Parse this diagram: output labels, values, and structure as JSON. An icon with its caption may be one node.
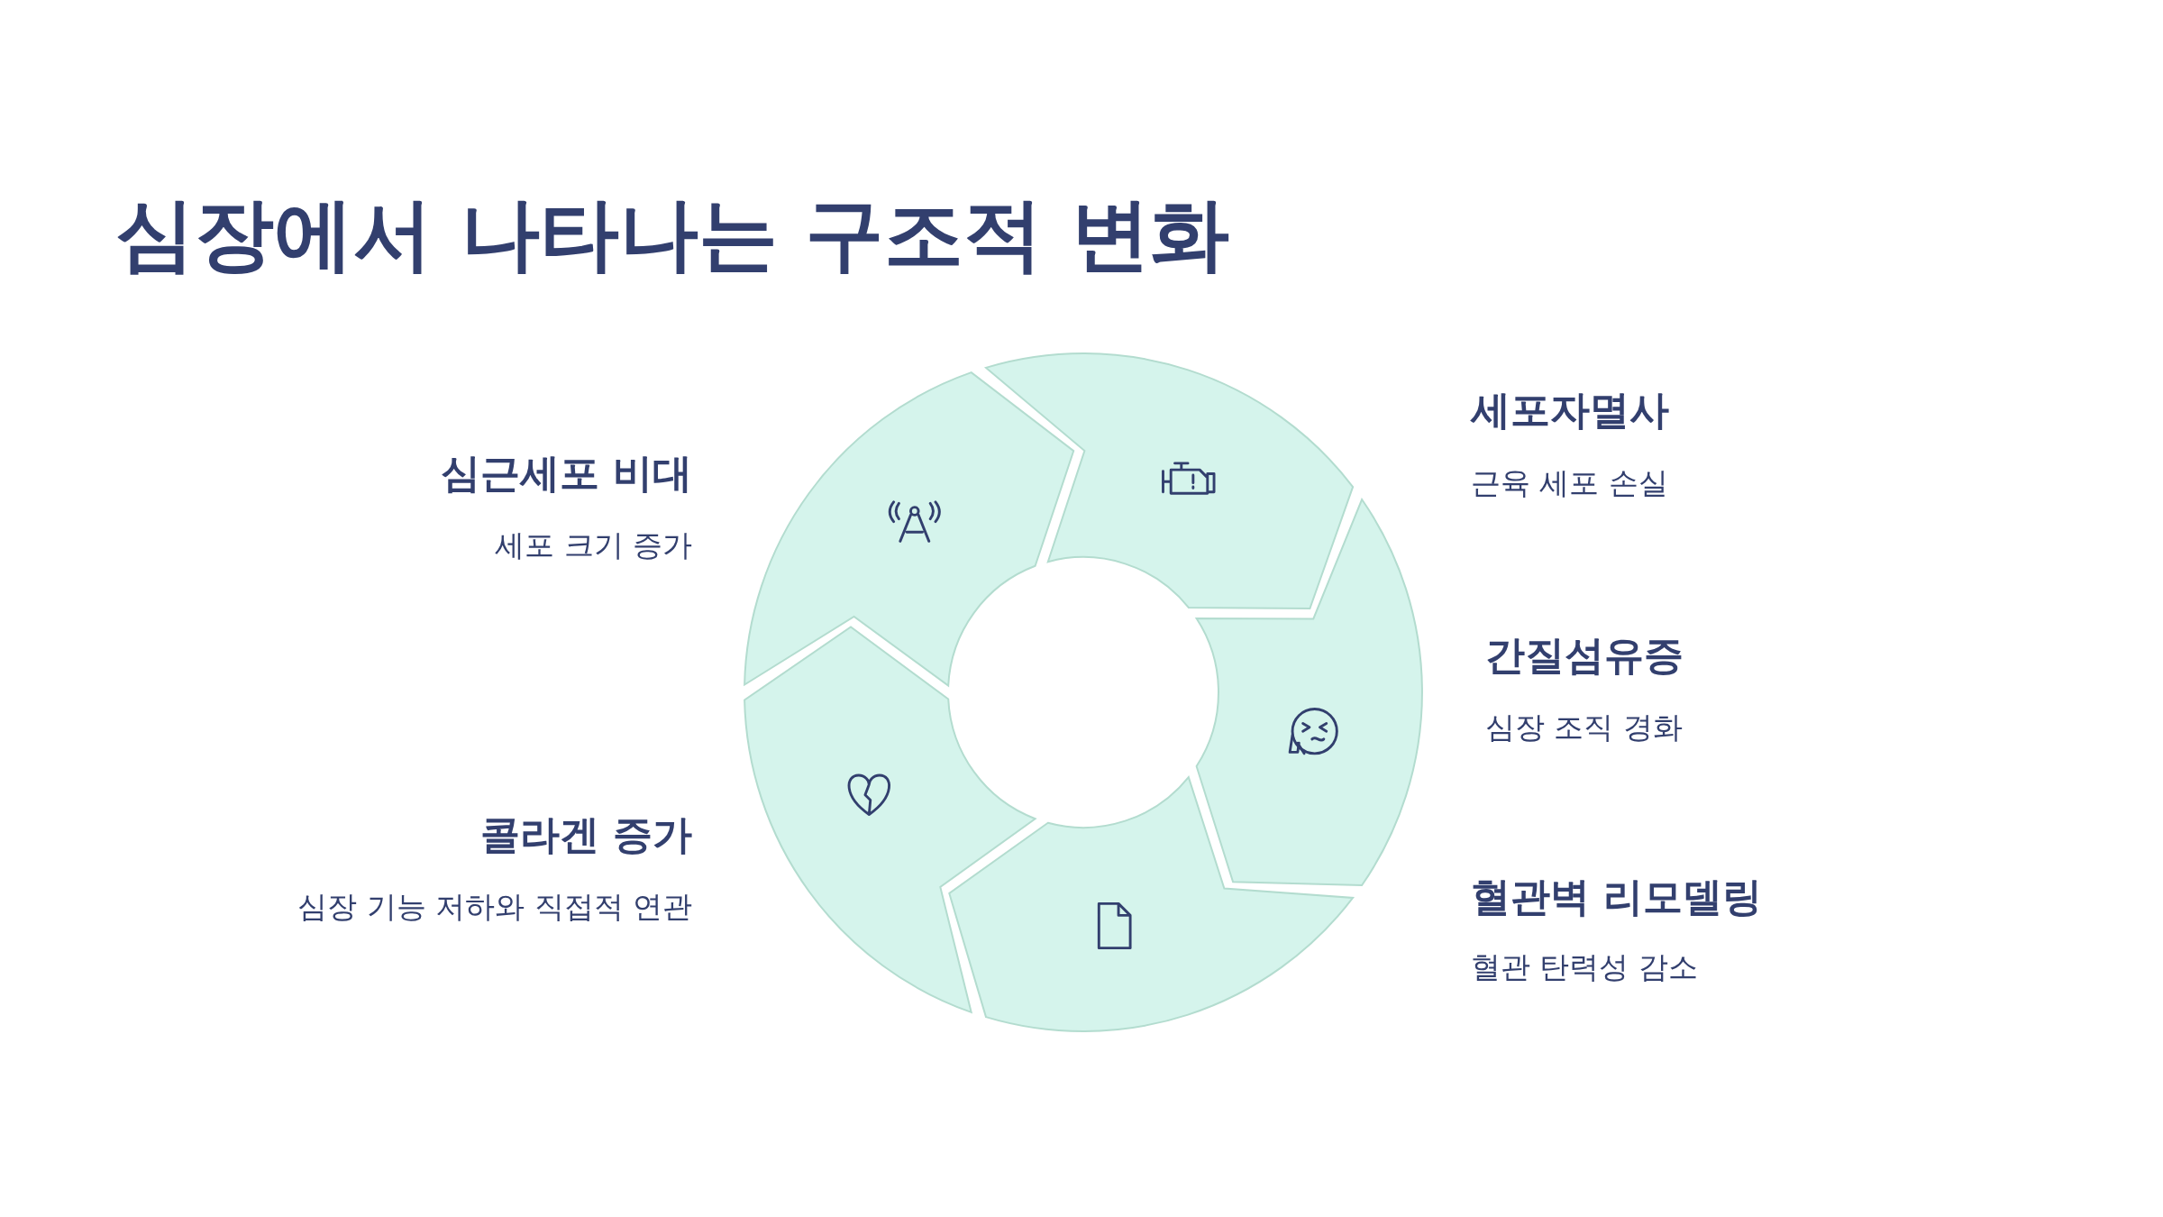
{
  "diagram": {
    "title": "심장에서 나타나는 구조적 변화",
    "labels": [
      "세포자멸사",
      "근육 세포 손실",
      "심근세포 비대",
      "세포 크기 증가",
      "간질섬유증",
      "심장 조직 경화",
      "콜라겐 증가",
      "심장 기능 저하와 직접적 연관",
      "혈관벽 리모델링",
      "혈관 탄력성 감소"
    ]
  }
}
